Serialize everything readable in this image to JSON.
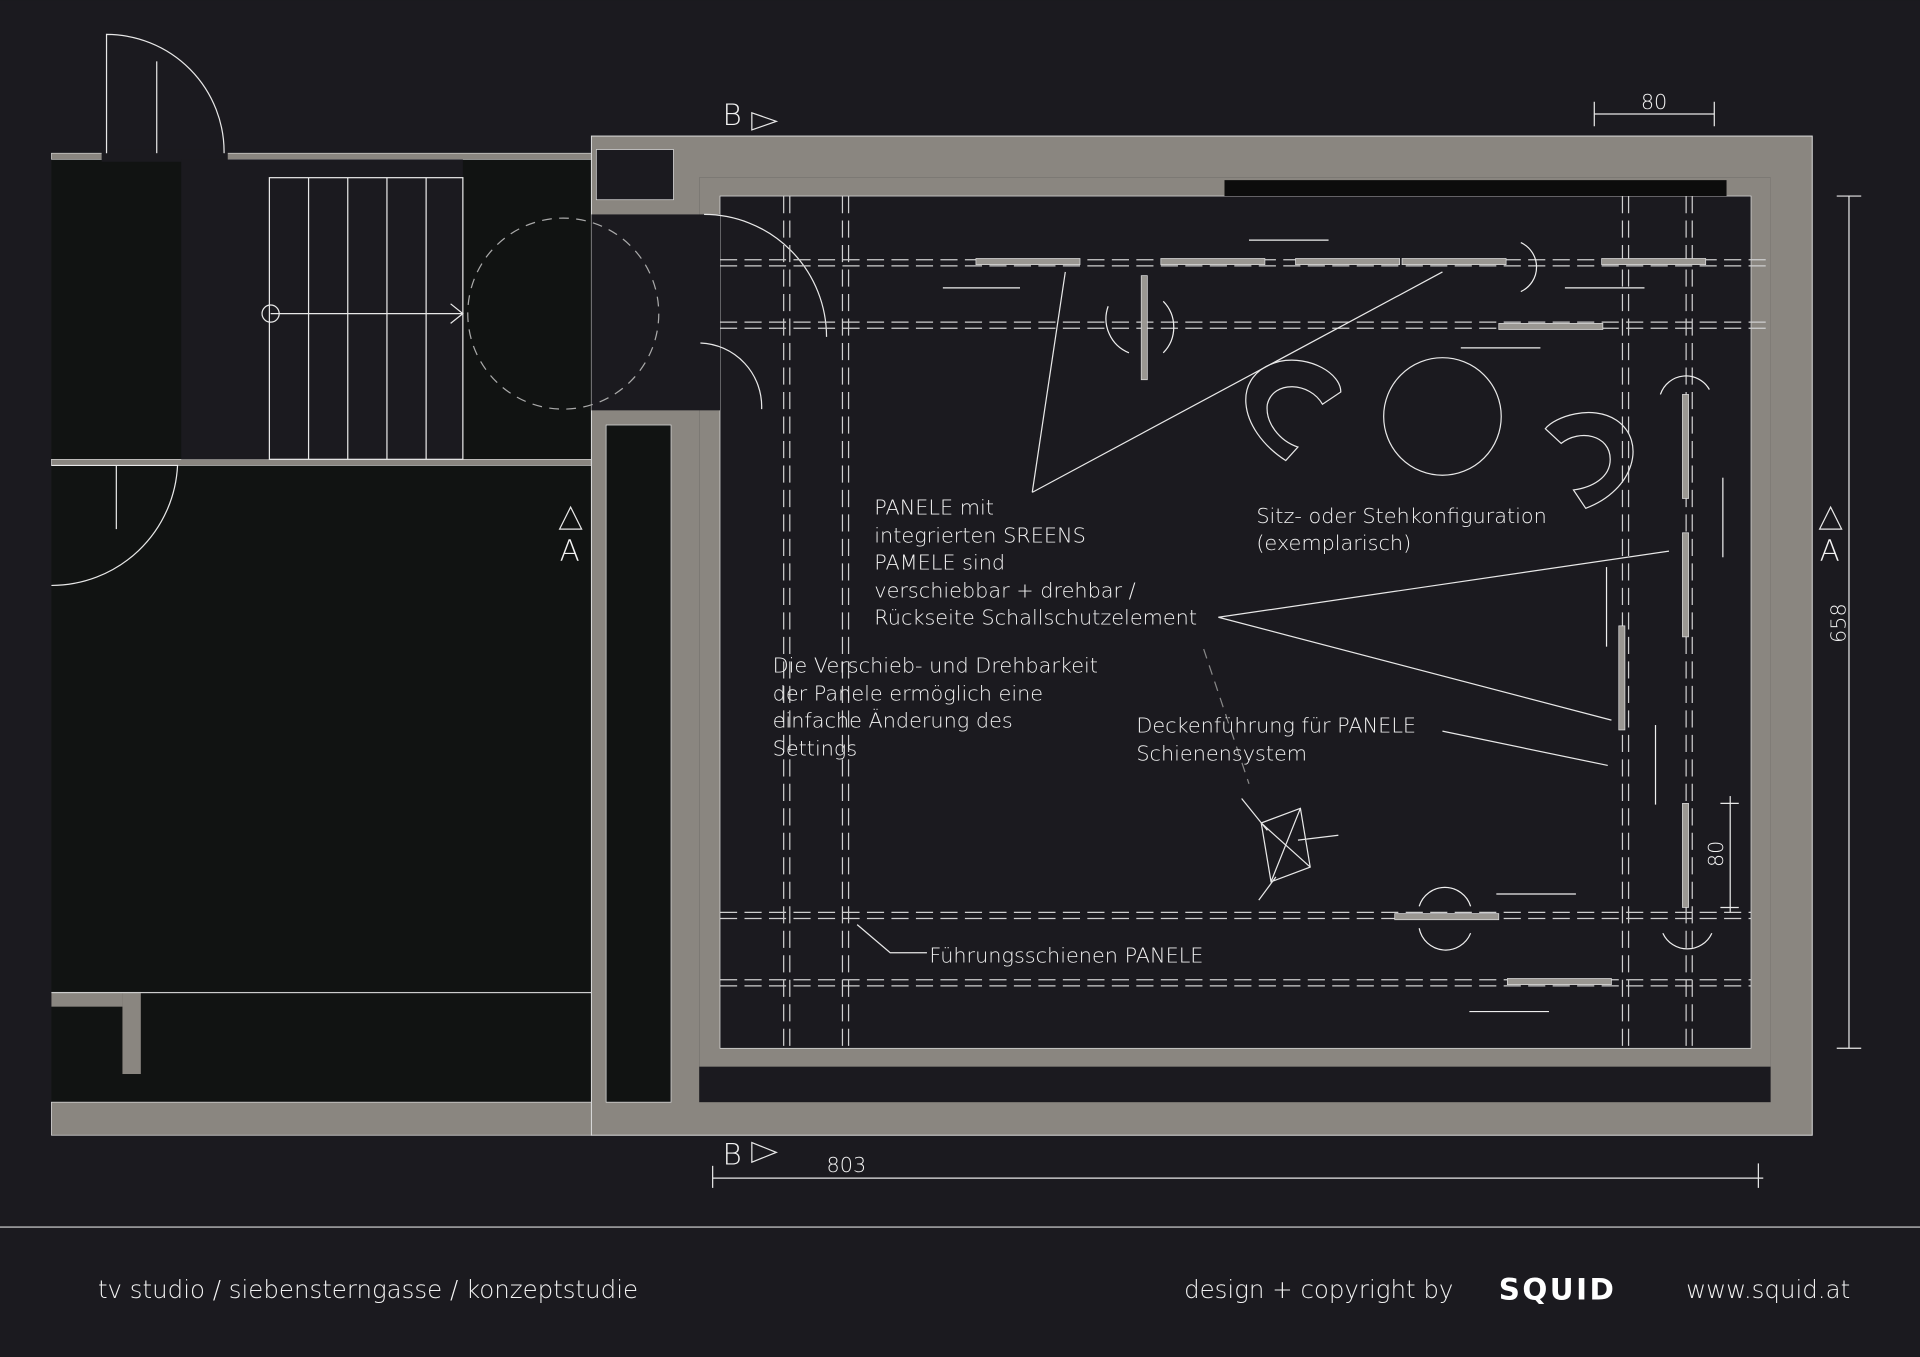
{
  "plan": {
    "section_marks": {
      "b": "B",
      "a": "A"
    },
    "dimensions": {
      "width_total": "803",
      "height_total": "658",
      "panel_top": "80",
      "panel_right": "80"
    },
    "annotations": {
      "panels": [
        "PANELE mit",
        "integrierten SREENS",
        "PAMELE sind",
        "verschiebbar + drehbar /",
        "Rückseite Schallschutzelement"
      ],
      "seating": [
        "Sitz- oder Stehkonfiguration",
        "(exemplarisch)"
      ],
      "flexibility": [
        "Die Verschieb- und Drehbarkeit",
        "der Panele ermöglich eine",
        "einfache Änderung des",
        "Settings"
      ],
      "ceiling": [
        "Deckenführung für PANELE",
        "Schienensystem"
      ],
      "rails": "Führungsschienen PANELE"
    }
  },
  "footer": {
    "project": "tv studio / siebensterngasse / konzeptstudie",
    "credit": "design + copyright by",
    "logo": "SQUID",
    "url": "www.squid.at"
  },
  "colors": {
    "background": "#1b1a1f",
    "wall": "#8a8680",
    "dark_room": "#111312",
    "line": "#e8e8e8"
  }
}
